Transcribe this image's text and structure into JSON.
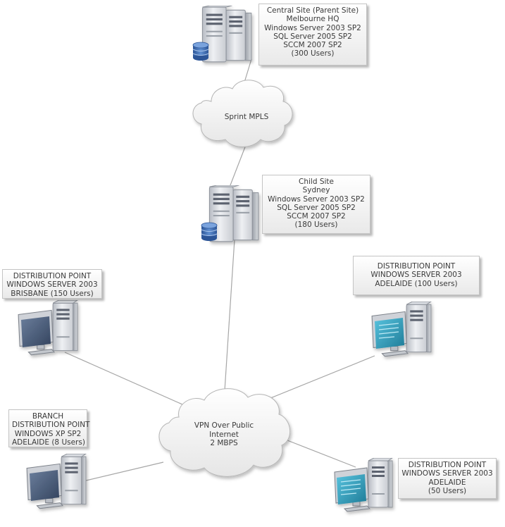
{
  "central_site": {
    "lines": [
      "Central Site (Parent Site)",
      "Melbourne HQ",
      "Windows Server 2003 SP2",
      "SQL Server 2005 SP2",
      "SCCM 2007 SP2",
      "(300 Users)"
    ]
  },
  "mpls_cloud": {
    "label": "Sprint MPLS"
  },
  "child_site": {
    "lines": [
      "Child Site",
      "Sydney",
      "Windows Server 2003 SP2",
      "SQL Server 2005 SP2",
      "SCCM 2007 SP2",
      "(180 Users)"
    ]
  },
  "dp_brisbane": {
    "lines": [
      "DISTRIBUTION POINT",
      "WINDOWS SERVER 2003",
      "BRISBANE (150 Users)"
    ]
  },
  "dp_adelaide_100": {
    "lines": [
      "DISTRIBUTION POINT",
      "WINDOWS SERVER 2003",
      "ADELAIDE (100 Users)"
    ]
  },
  "branch_dp": {
    "lines": [
      "BRANCH",
      "DISTRIBUTION POINT",
      "WINDOWS XP SP2",
      "ADELAIDE (8 Users)"
    ]
  },
  "vpn_cloud": {
    "lines": [
      "VPN Over Public",
      "Internet",
      "2 MBPS"
    ]
  },
  "dp_adelaide_50": {
    "lines": [
      "DISTRIBUTION POINT",
      "WINDOWS SERVER 2003",
      "ADELAIDE",
      "(50 Users)"
    ]
  },
  "colors": {
    "line": "#a6a6a6",
    "cloud_fill": "#f2f2f2",
    "screen_dark": "#4d5f7c",
    "screen_teal": "#3aa6c3",
    "database": "#3f6fb3"
  },
  "icons": {
    "server": "server-tower-pair-icon",
    "database": "database-cylinder-icon",
    "workstation": "workstation-icon",
    "cloud": "cloud-icon"
  }
}
